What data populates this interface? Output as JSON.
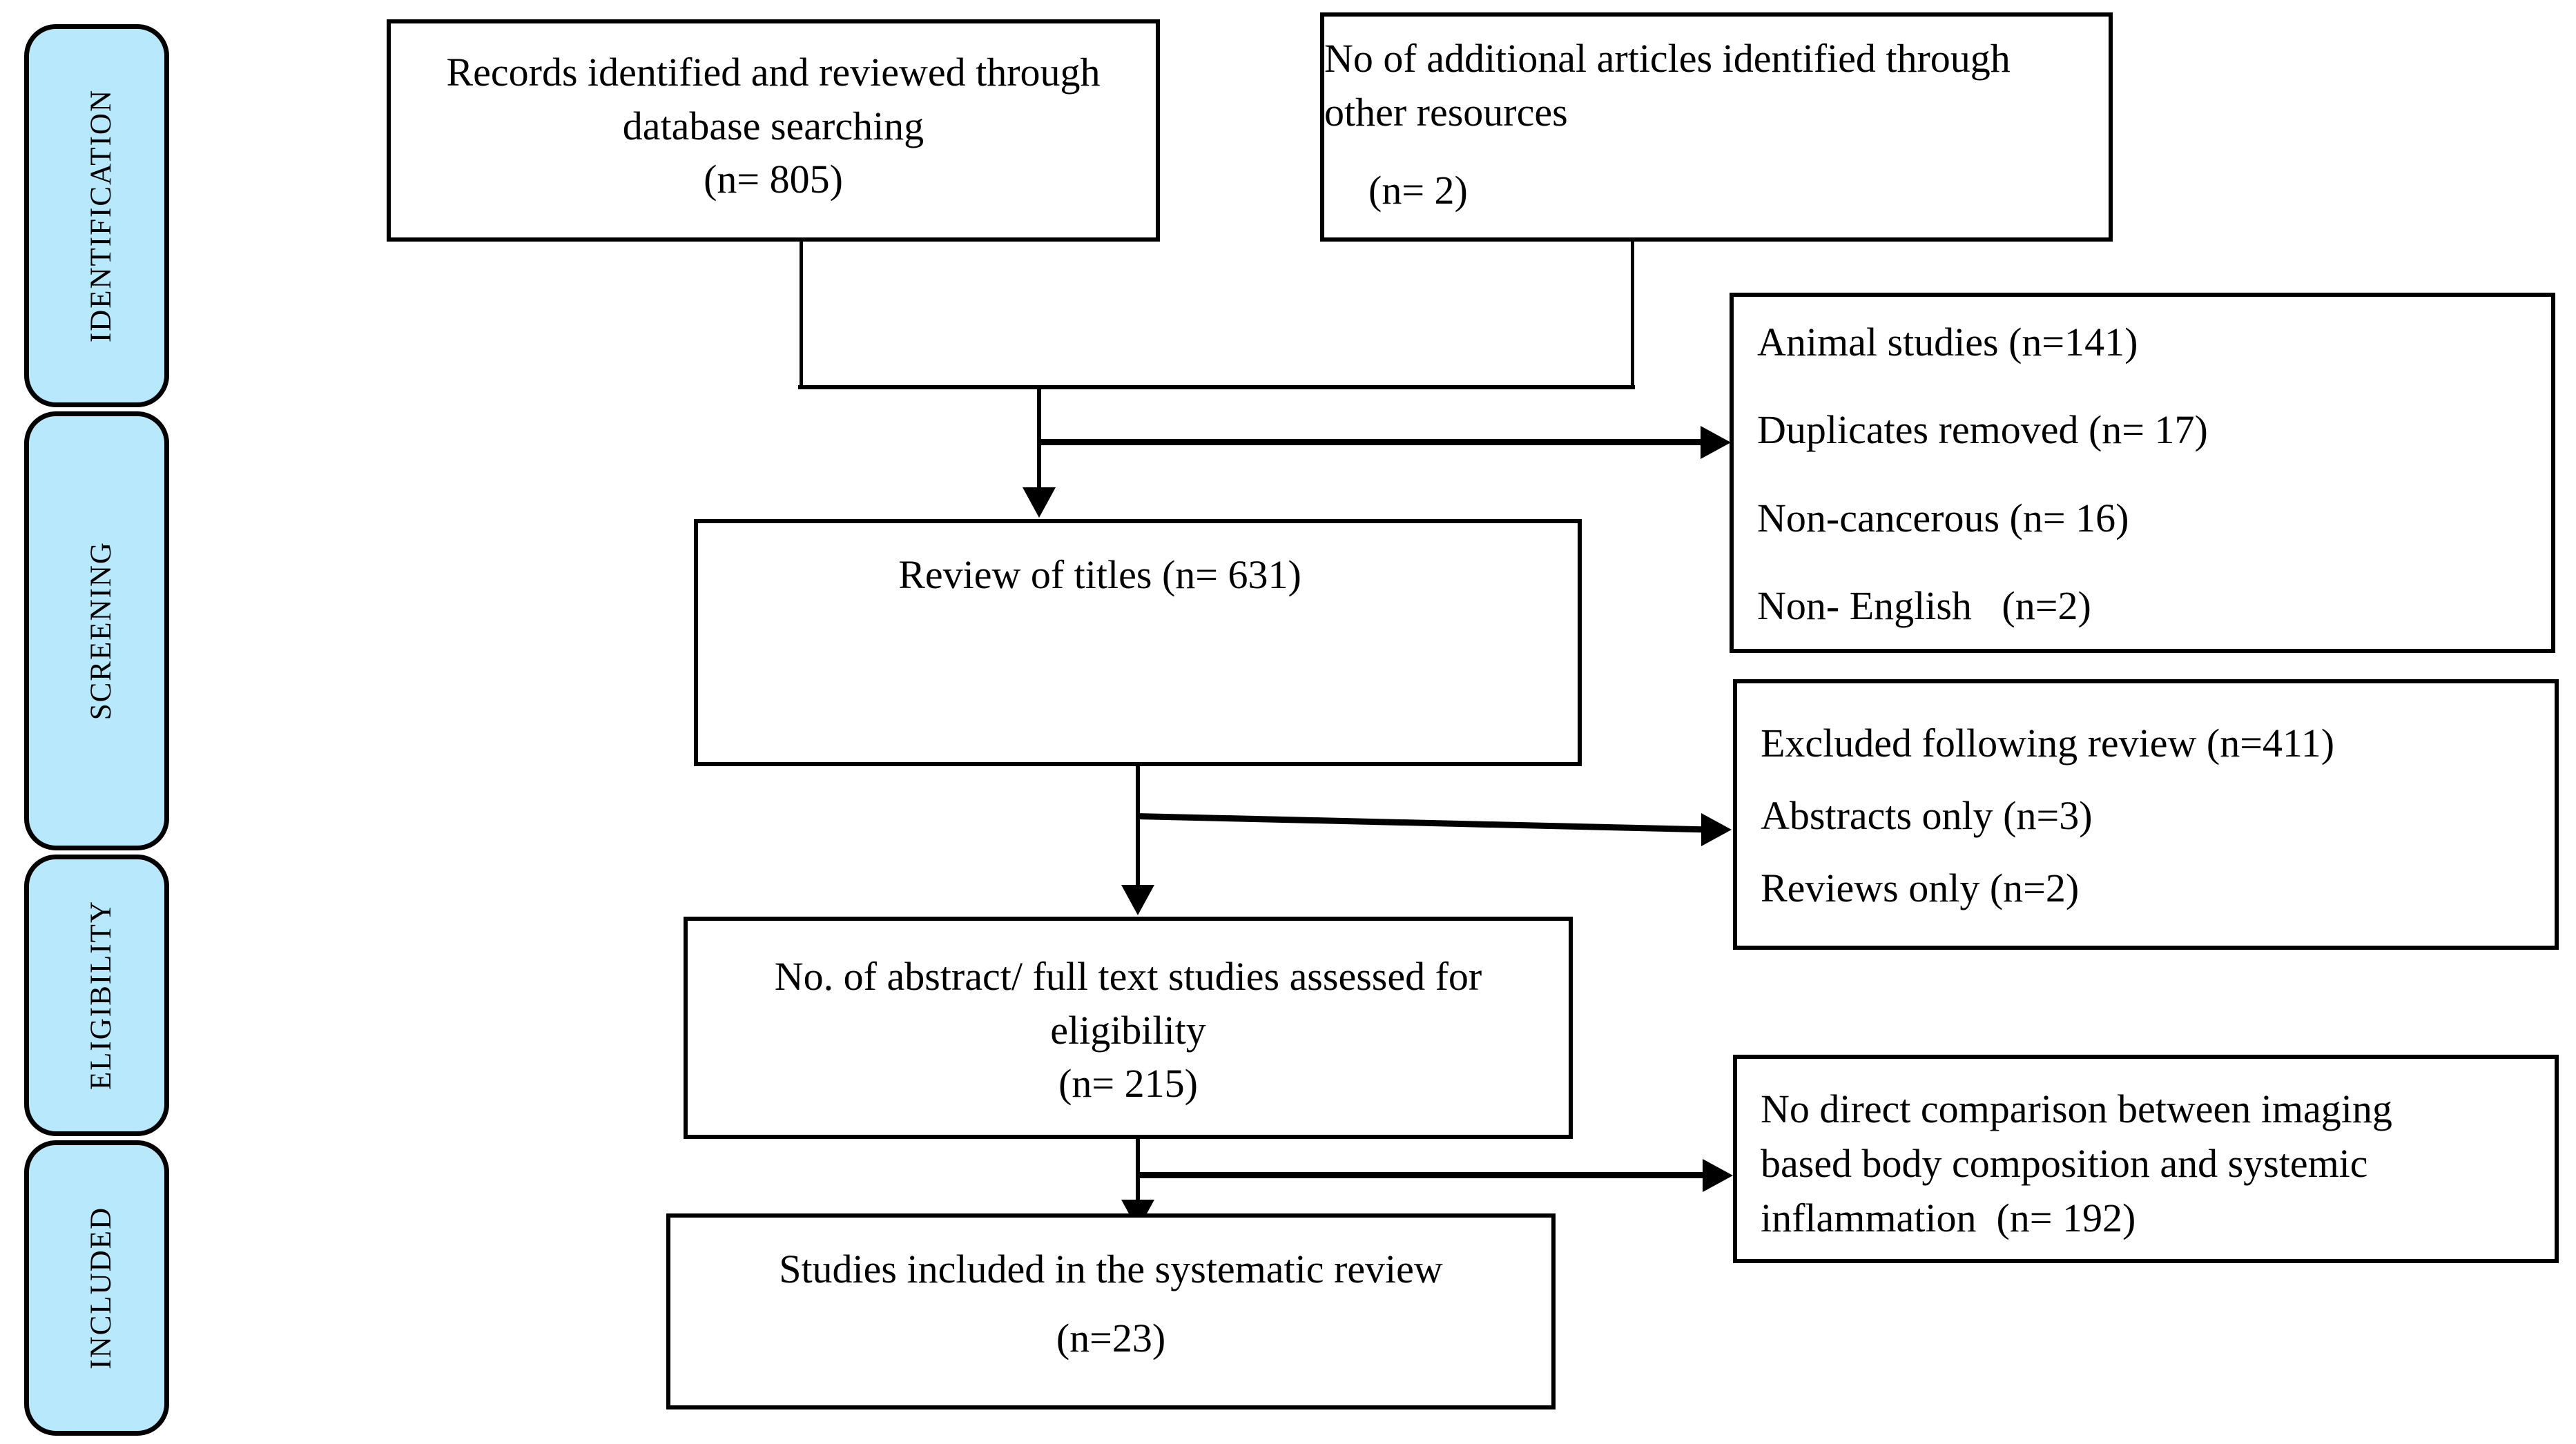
{
  "diagram": {
    "type": "prisma-flow-diagram",
    "accent_color": "#b8e8fc",
    "line_color": "#000000",
    "background_color": "#ffffff"
  },
  "stages": [
    {
      "id": "identification",
      "label": "Identification"
    },
    {
      "id": "screening",
      "label": "Screening"
    },
    {
      "id": "eligibility",
      "label": "Eligibility"
    },
    {
      "id": "included",
      "label": "Included"
    }
  ],
  "boxes": {
    "records_identified": {
      "line1": "Records identified and reviewed through",
      "line2": "database searching",
      "line3": "(n= 805)"
    },
    "additional_articles": {
      "line1": "No of additional articles identified through",
      "line2": "other resources",
      "line3": "(n= 2)"
    },
    "review_of_titles": {
      "line1": "Review of titles (n= 631)"
    },
    "assessed_for_eligibility": {
      "line1": "No. of abstract/ full text studies assessed for",
      "line2": "eligibility",
      "line3": "(n= 215)"
    },
    "included_studies": {
      "line1": "Studies included in the systematic review",
      "line2": "(n=23)"
    }
  },
  "exclusions": {
    "screening_exclusions": {
      "items": [
        "Animal studies (n=141)",
        "Duplicates removed (n= 17)",
        "Non-cancerous (n= 16)",
        "Non- English   (n=2)"
      ]
    },
    "title_review_exclusions": {
      "items": [
        "Excluded following review (n=411)",
        "Abstracts only (n=3)",
        "Reviews only (n=2)"
      ]
    },
    "eligibility_exclusions": {
      "line1": "No direct comparison between imaging",
      "line2": "based body composition and systemic",
      "line3": "inflammation  (n= 192)"
    }
  },
  "chart_data": {
    "type": "table",
    "title": "PRISMA study selection flow",
    "stages": [
      "Identification",
      "Screening",
      "Eligibility",
      "Included"
    ],
    "nodes": [
      {
        "label": "Records identified and reviewed through database searching",
        "n": 805,
        "stage": "Identification"
      },
      {
        "label": "No of additional articles identified through other resources",
        "n": 2,
        "stage": "Identification"
      },
      {
        "label": "Review of titles",
        "n": 631,
        "stage": "Screening"
      },
      {
        "label": "No. of abstract/ full text studies assessed for eligibility",
        "n": 215,
        "stage": "Eligibility"
      },
      {
        "label": "Studies included in the systematic review",
        "n": 23,
        "stage": "Included"
      }
    ],
    "exclusions": [
      {
        "label": "Animal studies",
        "n": 141
      },
      {
        "label": "Duplicates removed",
        "n": 17
      },
      {
        "label": "Non-cancerous",
        "n": 16
      },
      {
        "label": "Non- English",
        "n": 2
      },
      {
        "label": "Excluded following review",
        "n": 411
      },
      {
        "label": "Abstracts only",
        "n": 3
      },
      {
        "label": "Reviews only",
        "n": 2
      },
      {
        "label": "No direct comparison between imaging based body composition and systemic inflammation",
        "n": 192
      }
    ]
  }
}
